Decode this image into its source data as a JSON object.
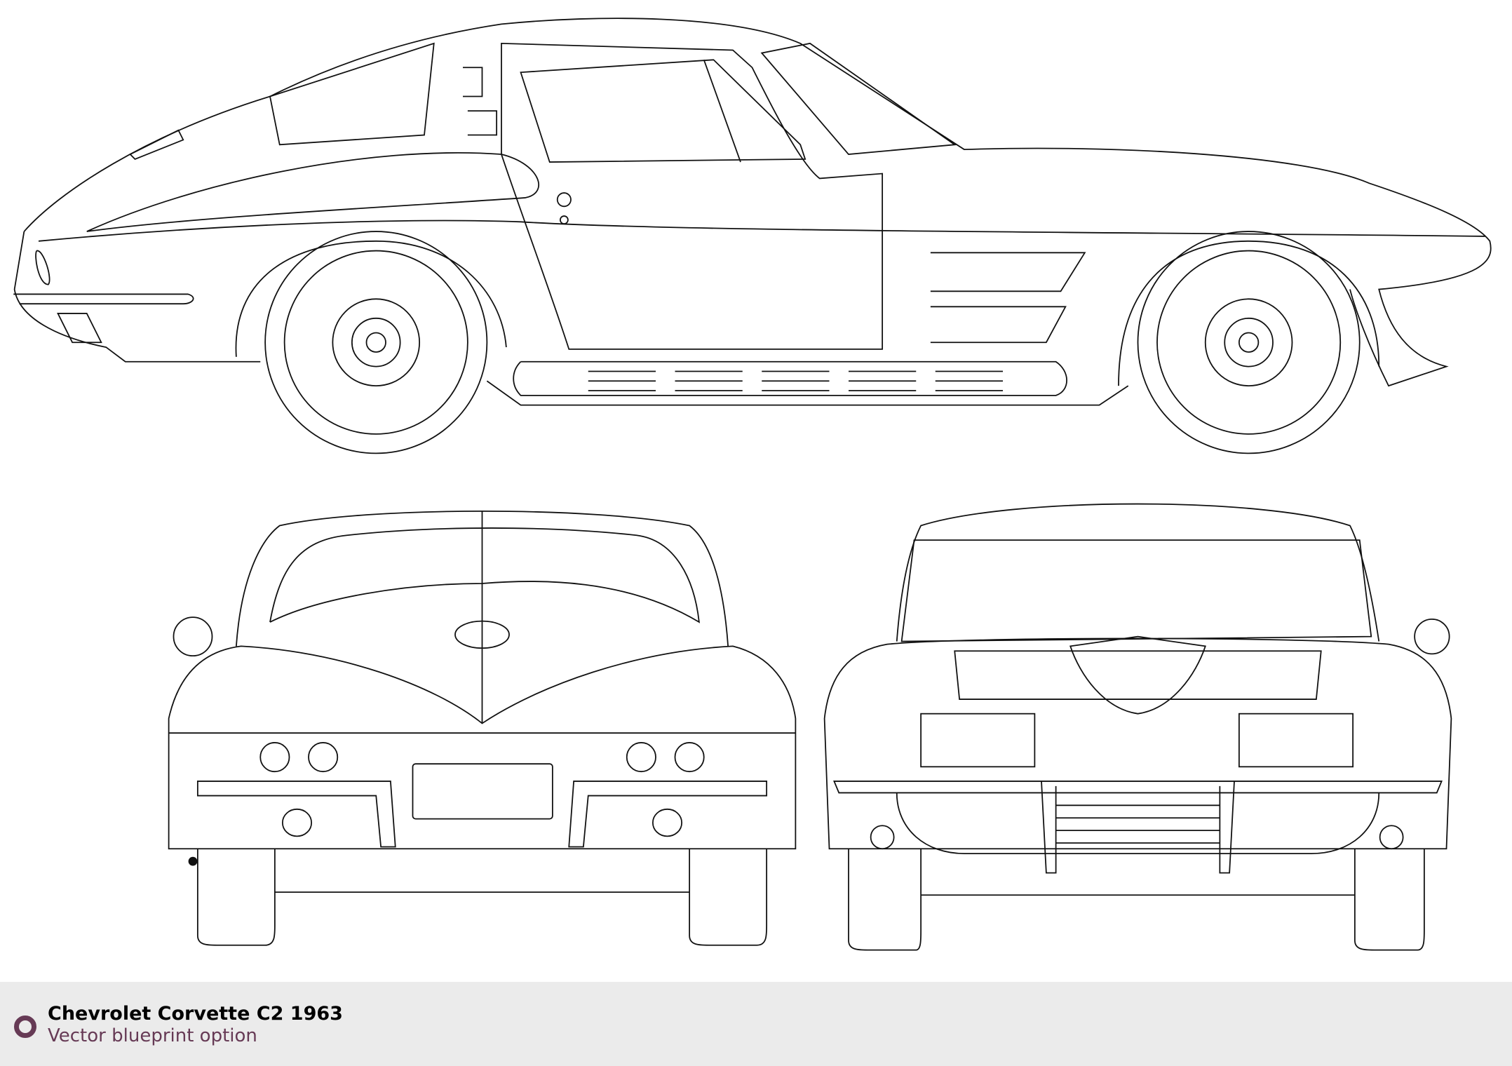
{
  "caption": {
    "title": "Chevrolet Corvette C2 1963",
    "subtitle": "Vector blueprint option"
  },
  "views": [
    "side",
    "rear",
    "front"
  ],
  "colors": {
    "footer_bg": "#ebebeb",
    "accent": "#663a55"
  }
}
